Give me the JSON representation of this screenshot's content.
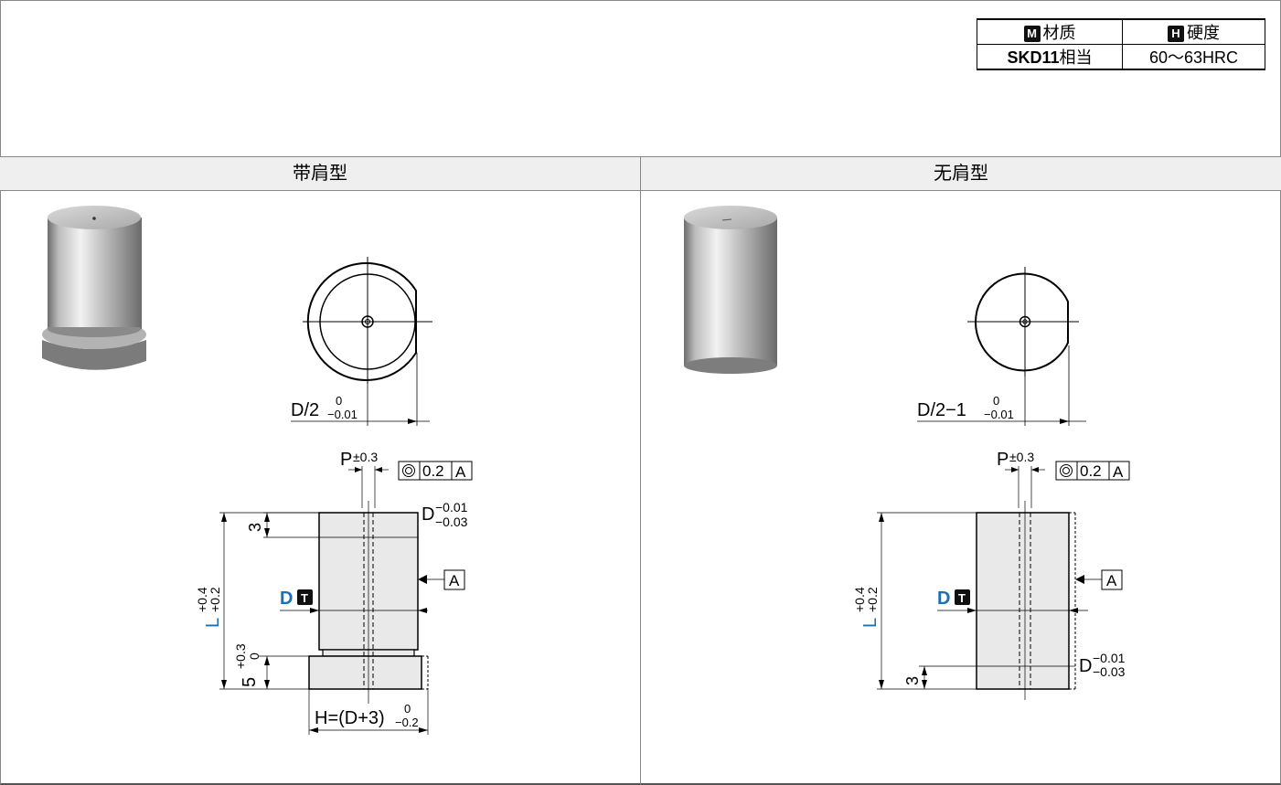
{
  "spec_table": {
    "material_header": "材质",
    "material_badge": "M",
    "hardness_header": "硬度",
    "hardness_badge": "H",
    "material_value_bold": "SKD11",
    "material_value_suffix": "相当",
    "hardness_value": "60～63HRC"
  },
  "sections": {
    "shoulder": {
      "title": "带肩型"
    },
    "straight": {
      "title": "无肩型"
    }
  },
  "left_drawing": {
    "top_dim_main": "D/2",
    "top_dim_up": "0",
    "top_dim_low": "−0.01",
    "p_label": "P",
    "p_tol": "±0.3",
    "tol_value": "0.2",
    "datum": "A",
    "d_label": "D",
    "d_tol_up": "−0.01",
    "d_tol_low": "−0.03",
    "dim_3": "3",
    "l_label": "L",
    "l_tol_up": "+0.4",
    "l_tol_low": "+0.2",
    "dt_label": "D",
    "t_badge": "T",
    "dim_5": "5",
    "dim_5_up": "+0.3",
    "dim_5_low": "0",
    "h_main": "H=(D+3)",
    "h_up": "0",
    "h_low": "−0.2"
  },
  "right_drawing": {
    "top_dim_main": "D/2−1",
    "top_dim_up": "0",
    "top_dim_low": "−0.01",
    "p_label": "P",
    "p_tol": "±0.3",
    "tol_value": "0.2",
    "datum": "A",
    "d_label": "D",
    "d_tol_up": "−0.01",
    "d_tol_low": "−0.03",
    "dim_3": "3",
    "l_label": "L",
    "l_tol_up": "+0.4",
    "l_tol_low": "+0.2",
    "dt_label": "D",
    "t_badge": "T"
  },
  "colors": {
    "accent_blue": "#1a6fb5"
  }
}
